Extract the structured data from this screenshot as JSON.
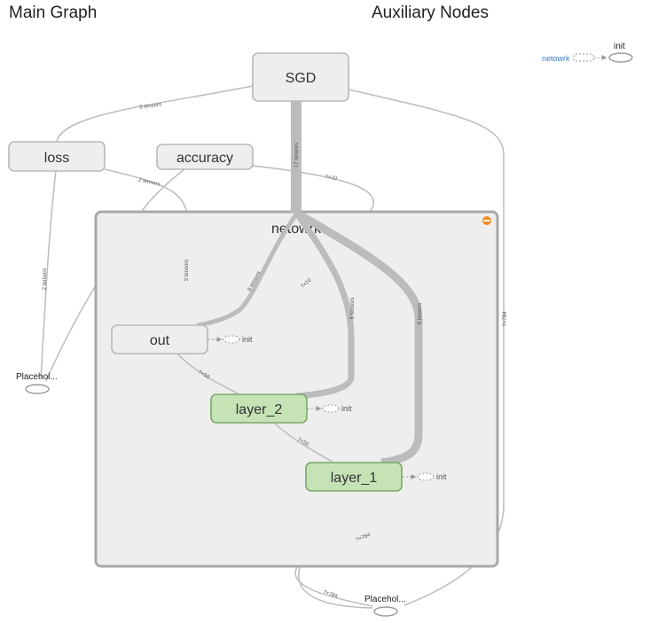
{
  "titles": {
    "main": "Main Graph",
    "aux": "Auxiliary Nodes"
  },
  "nodes": {
    "sgd": "SGD",
    "loss": "loss",
    "accuracy": "accuracy",
    "cluster": "netowrk",
    "out": "out",
    "layer_2": "layer_2",
    "layer_1": "layer_1",
    "init": "init",
    "placeholder": "Placehol..."
  },
  "edge_labels": {
    "sgd_loss": "5 tensors",
    "sgd_net": "17 tensors",
    "loss_ph": "2 tensors",
    "loss_out_top": "2 tensors",
    "loss_out": "3 tensors",
    "acc_out": "?×10",
    "net_out": "8 tensors",
    "out_acc": "?×10",
    "net_l2": "5 tensors",
    "net_l1": "6 tensors",
    "out_l2": "?×50",
    "l2_l1": "?×50",
    "sgd_ph": "?×784",
    "l1_ph": "?×784",
    "ph_loop": "?×784"
  },
  "aux": {
    "link": "netowrk",
    "init": "init"
  },
  "colors": {
    "op_fill": "#eeeeee",
    "layer_fill": "#c5e3b5",
    "edge": "#bcbcbc",
    "link": "#3b78c9",
    "collapse": "#f28c1e"
  }
}
